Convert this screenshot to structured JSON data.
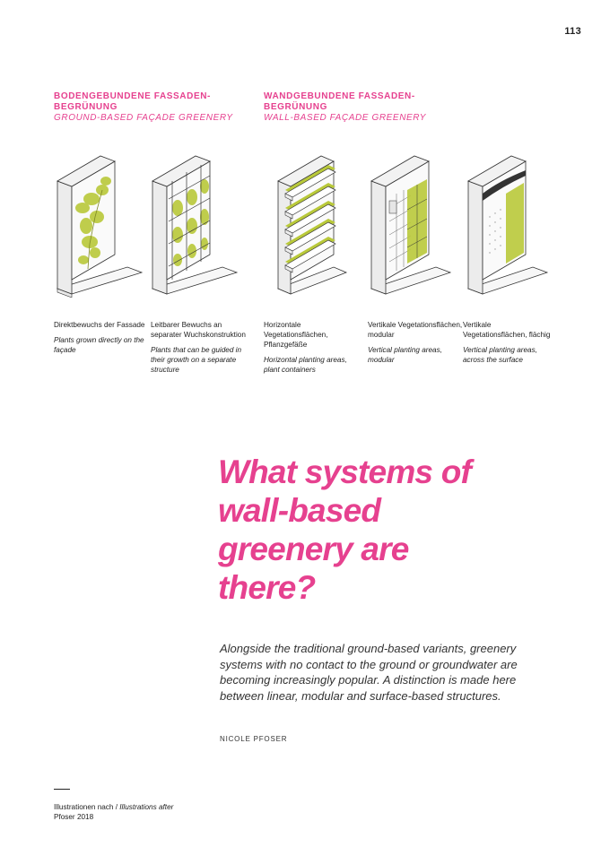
{
  "page_number": "113",
  "sections": [
    {
      "title_de": "BODENGEBUNDENE FASSADEN-BEGRÜNUNG",
      "title_en": "GROUND-BASED FAÇADE GREENERY"
    },
    {
      "title_de": "WANDGEBUNDENE FASSADEN-BEGRÜNUNG",
      "title_en": "WALL-BASED FAÇADE GREENERY"
    }
  ],
  "systems": [
    {
      "de": "Direktbewuchs der Fassade",
      "en": "Plants grown directly on the façade",
      "icon": "direct-growth-illustration"
    },
    {
      "de": "Leitbarer Bewuchs an separater Wuchskonstruktion",
      "en": "Plants that can be guided in their growth on a separate structure",
      "icon": "trellis-growth-illustration"
    },
    {
      "de": "Horizontale Vegetationsflächen, Pflanzgefäße",
      "en": "Horizontal planting areas, plant containers",
      "icon": "horizontal-planters-illustration"
    },
    {
      "de": "Vertikale Vegetationsflächen, modular",
      "en": "Vertical planting areas, modular",
      "icon": "modular-vertical-illustration"
    },
    {
      "de": "Vertikale Vegetationsflächen, flächig",
      "en": "Vertical planting areas, across the surface",
      "icon": "surface-vertical-illustration"
    }
  ],
  "headline": "What systems of wall-based greenery are there?",
  "lead": "Alongside the traditional ground-based variants, greenery systems with no contact to the ground or groundwater are becoming increasingly popular. A distinction is made here between linear, modular and surface-based structures.",
  "author": "NICOLE PFOSER",
  "credit": {
    "de": "Illustrationen nach / ",
    "en": "Illustrations after",
    "source": "Pfoser 2018"
  },
  "colors": {
    "accent": "#e6418f",
    "plant": "#b9c93a",
    "wall": "#f2f2f2",
    "line": "#333333"
  }
}
